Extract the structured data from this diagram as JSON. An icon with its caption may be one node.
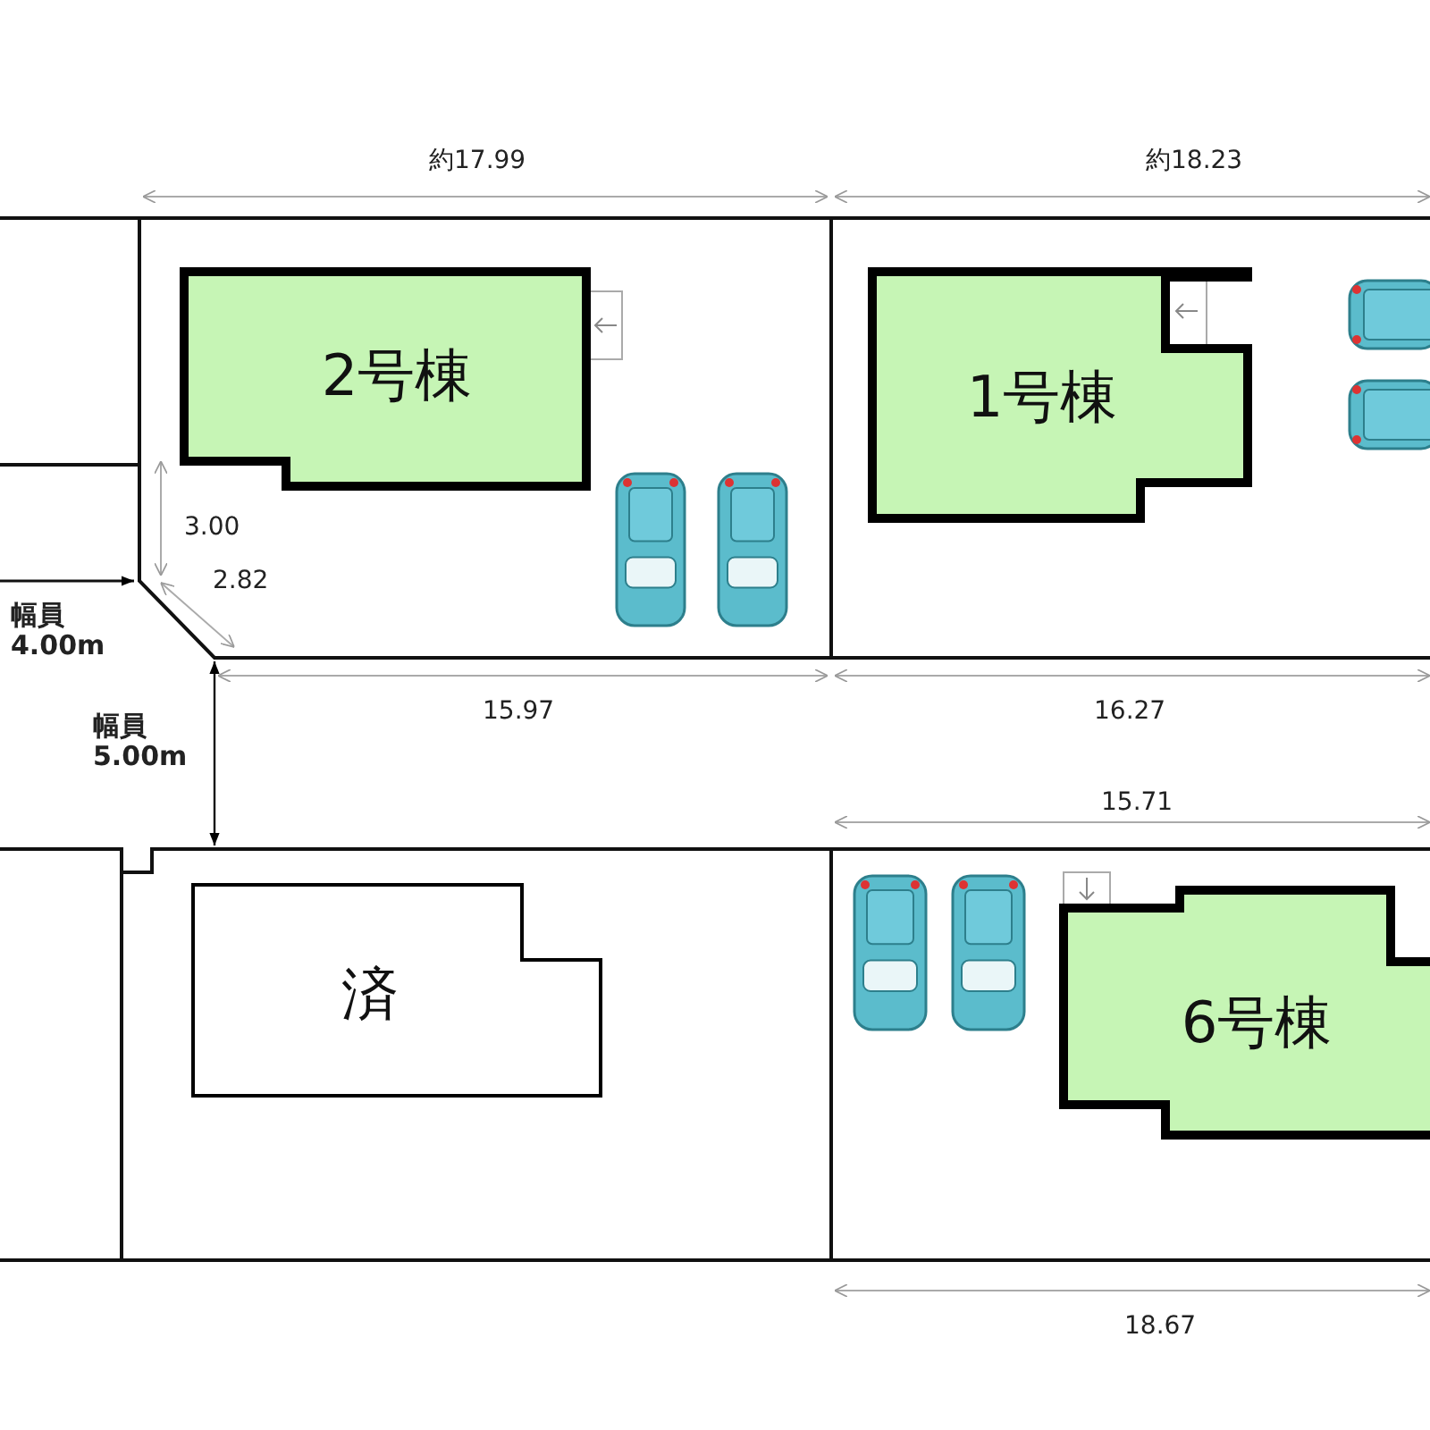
{
  "diagram": {
    "nodes": [
      {
        "text": [
          "2号棟"
        ]
      },
      {
        "text": [
          "1号棟"
        ]
      },
      {
        "text": [
          "済"
        ]
      },
      {
        "text": [
          "6号棟"
        ]
      }
    ],
    "labels": [
      "約17.99",
      "約18.23",
      "3.00",
      "2.82",
      "幅員 4.00m",
      "15.97",
      "16.27",
      "幅員 5.00m",
      "15.71",
      "18.67"
    ]
  }
}
